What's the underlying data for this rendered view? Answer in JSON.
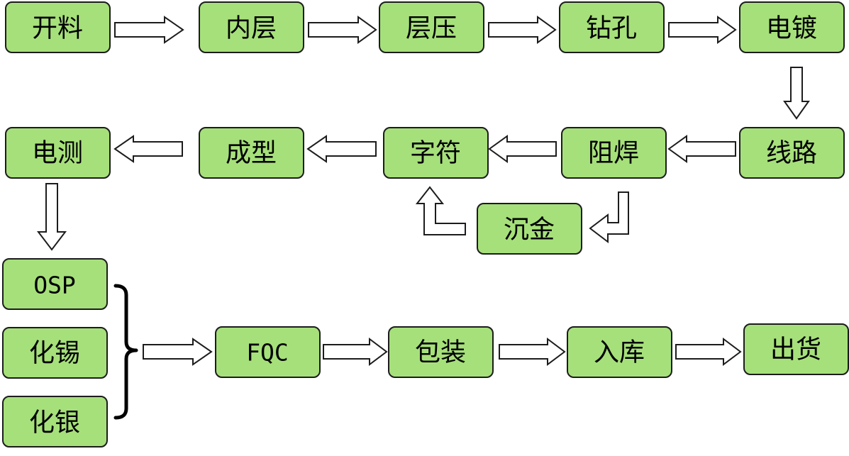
{
  "diagram": {
    "nodes": {
      "cutting": "开料",
      "inner_layer": "内层",
      "lamination": "层压",
      "drilling": "钻孔",
      "plating": "电镀",
      "circuit": "线路",
      "solder_mask": "阻焊",
      "legend": "字符",
      "immersion_gold": "沉金",
      "profiling": "成型",
      "electrical_test": "电测",
      "osp": "OSP",
      "immersion_tin": "化锡",
      "immersion_silver": "化银",
      "fqc": "FQC",
      "packaging": "包装",
      "warehousing": "入库",
      "shipping": "出货"
    },
    "colors": {
      "node_fill": "#a6e07a",
      "node_border": "#1c1c1c",
      "arrow_fill": "#ffffff"
    }
  }
}
